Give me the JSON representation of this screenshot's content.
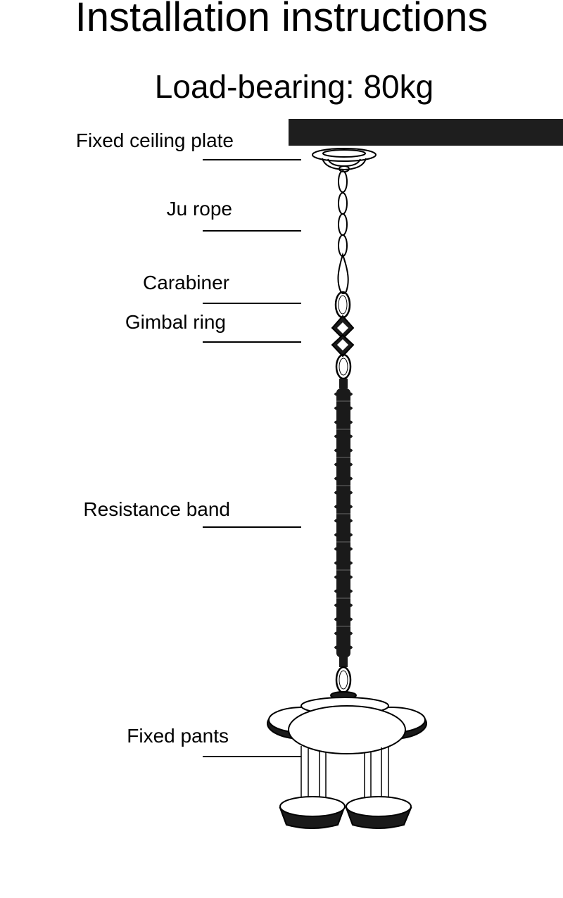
{
  "header": {
    "title": "Installation instructions",
    "subtitle": "Load-bearing: 80kg"
  },
  "parts": [
    {
      "label": "Fixed ceiling plate"
    },
    {
      "label": "Ju rope"
    },
    {
      "label": "Carabiner"
    },
    {
      "label": "Gimbal ring"
    },
    {
      "label": "Resistance band"
    },
    {
      "label": "Fixed pants"
    }
  ],
  "colors": {
    "ink": "#000000",
    "ceiling": "#1e1e1e",
    "band": "#1a1a1a",
    "background": "#ffffff"
  }
}
